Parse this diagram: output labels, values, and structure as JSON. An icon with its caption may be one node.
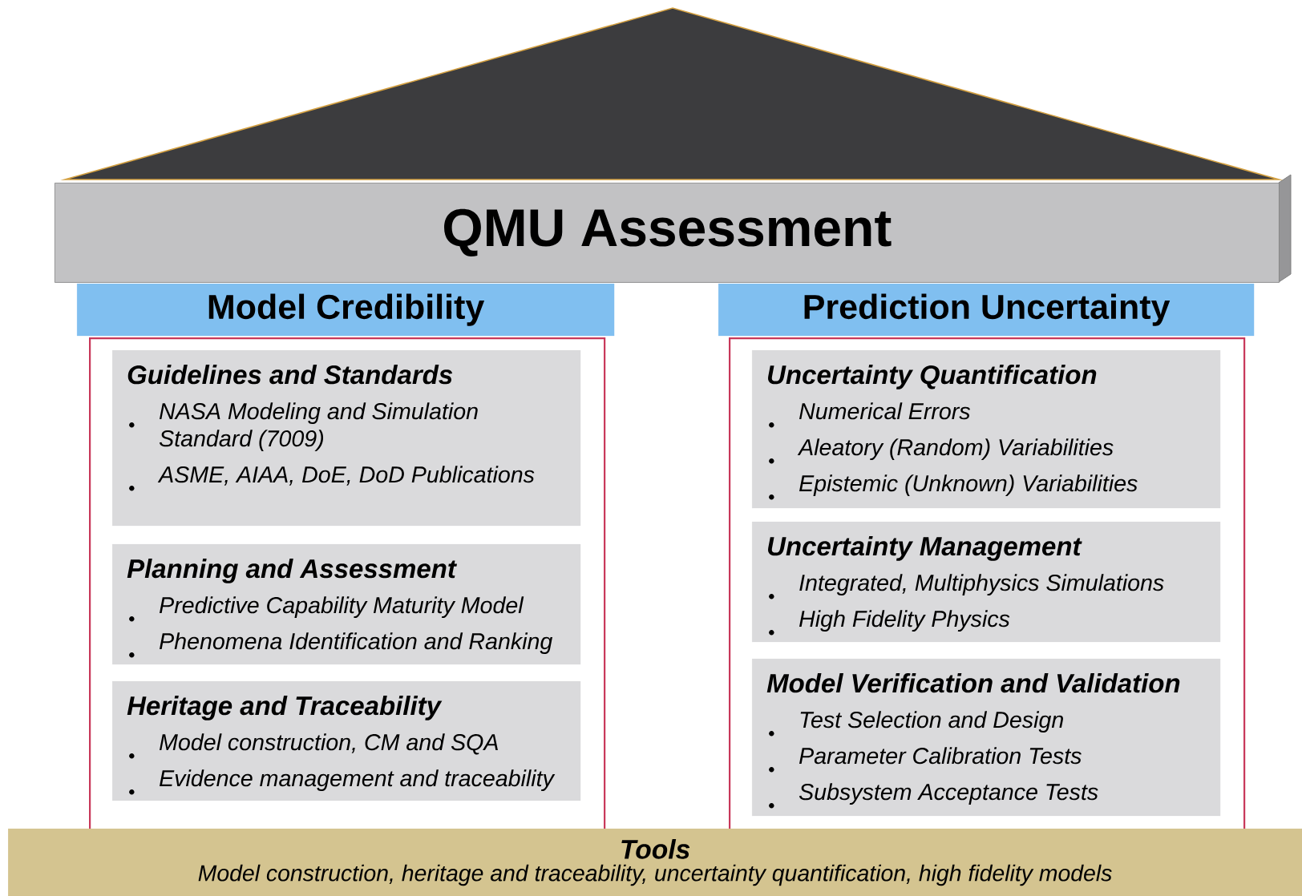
{
  "diagram": {
    "nodes": [
      {
        "text": [
          "QMU Assessment"
        ]
      },
      {
        "text": [
          "Model Credibility"
        ]
      },
      {
        "text": [],
        "shape": "box"
      },
      {
        "text": [
          "Guidelines and Standards",
          "NASA Modeling and Simulation Standard (7009)",
          "ASME, AIAA, DoE, DoD Publications"
        ],
        "in": 2
      },
      {
        "text": [
          "Planning and Assessment",
          "Predictive Capability Maturity Model",
          "Phenomena Identification and Ranking"
        ],
        "in": 2
      },
      {
        "text": [
          "Heritage and Traceability",
          "Model construction, CM and SQA",
          "Evidence management and traceability"
        ],
        "in": 2
      },
      {
        "text": [
          "Prediction Uncertainty"
        ]
      },
      {
        "text": [],
        "shape": "box"
      },
      {
        "text": [
          "Uncertainty Quantification",
          "Numerical Errors",
          "Aleatory (Random) Variabilities",
          "Epistemic (Unknown) Variabilities"
        ],
        "in": 7
      },
      {
        "text": [
          "Uncertainty Management",
          "Integrated, Multiphysics Simulations",
          "High Fidelity Physics"
        ],
        "in": 7
      },
      {
        "text": [
          "Model Verification and Validation",
          "Test Selection and Design",
          "Parameter Calibration Tests",
          "Subsystem Acceptance Tests"
        ],
        "in": 7
      },
      {
        "text": [
          "Tools",
          "Model construction, heritage and traceability, uncertainty quantification, high fidelity models"
        ]
      }
    ]
  }
}
